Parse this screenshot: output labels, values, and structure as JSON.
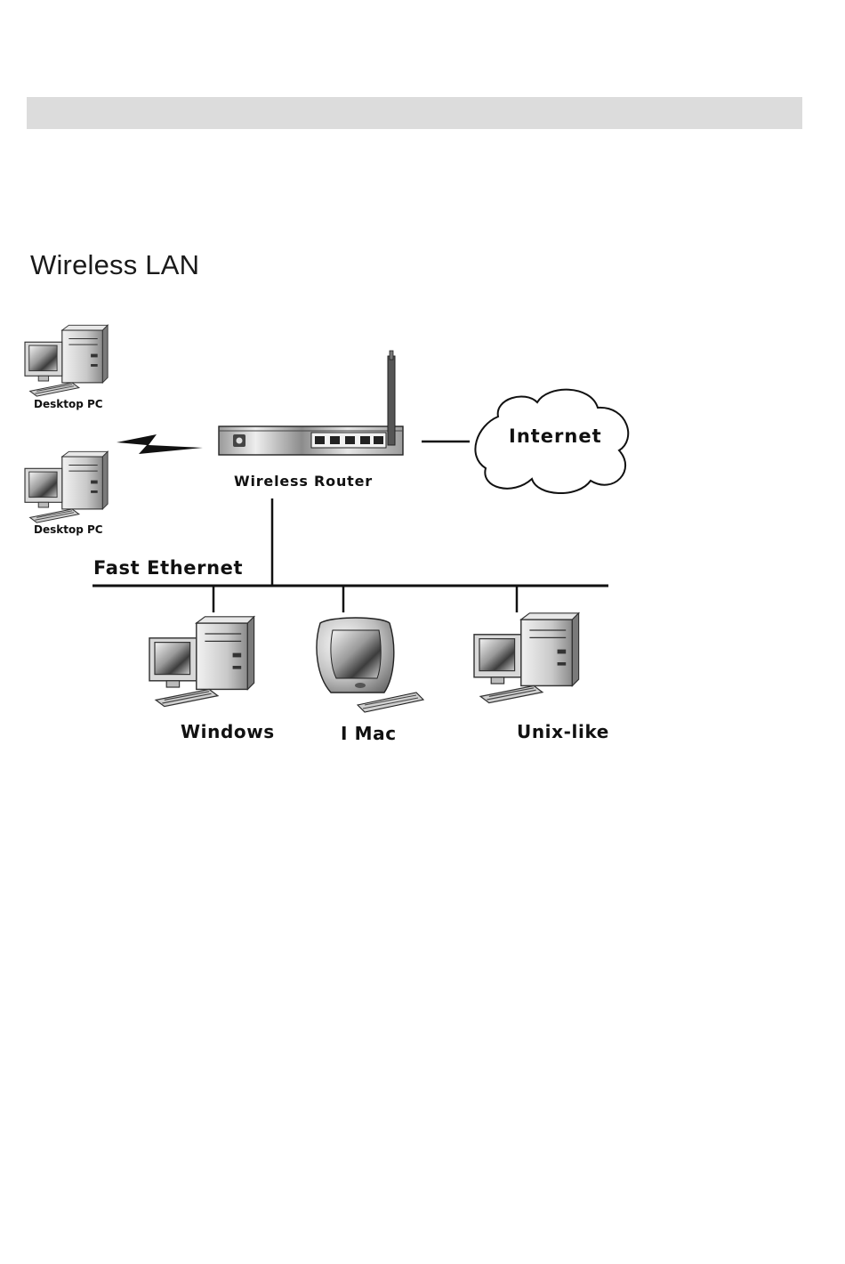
{
  "title": "Wireless LAN",
  "nodes": {
    "desktop_pc_1": "Desktop PC",
    "desktop_pc_2": "Desktop PC",
    "router": "Wireless Router",
    "internet": "Internet",
    "network": "Fast Ethernet",
    "windows": "Windows",
    "imac": "I Mac",
    "unix": "Unix-like"
  },
  "colors": {
    "header_band": "#dcdcdc",
    "line": "#111111"
  }
}
